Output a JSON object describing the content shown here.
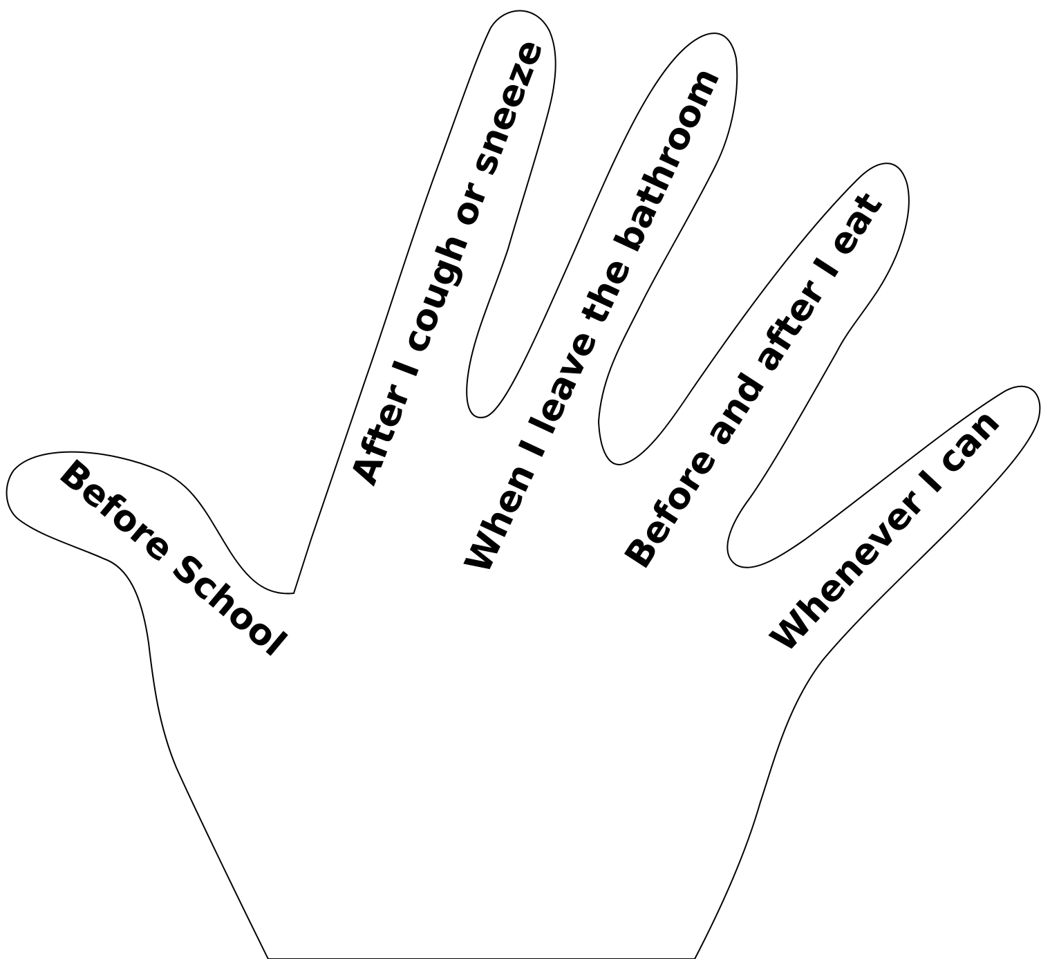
{
  "colors": {
    "outline": "#000000",
    "background": "#ffffff",
    "text": "#000000"
  },
  "labels": {
    "thumb": "Before School",
    "index": "After I cough or sneeze",
    "middle": "When I leave the bathroom",
    "ring": "Before and after I eat",
    "pinky": "Whenever I can"
  }
}
